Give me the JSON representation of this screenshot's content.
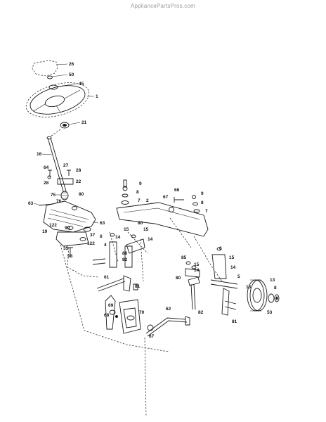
{
  "watermark": "AppliancePartsPros.com",
  "callouts": [
    "26",
    "50",
    "45",
    "1",
    "21",
    "16",
    "64",
    "27",
    "28",
    "28",
    "22",
    "75",
    "80",
    "76",
    "63",
    "63",
    "19",
    "122",
    "99",
    "37",
    "122",
    "35",
    "98",
    "2",
    "9",
    "8",
    "7",
    "66",
    "67",
    "9",
    "8",
    "7",
    "80",
    "6",
    "15",
    "14",
    "15",
    "14",
    "4",
    "86",
    "82",
    "81",
    "61",
    "69",
    "68",
    "70",
    "67",
    "62",
    "15",
    "14",
    "85",
    "80",
    "82",
    "81",
    "6",
    "15",
    "14",
    "5",
    "13",
    "8",
    "53",
    "13"
  ]
}
